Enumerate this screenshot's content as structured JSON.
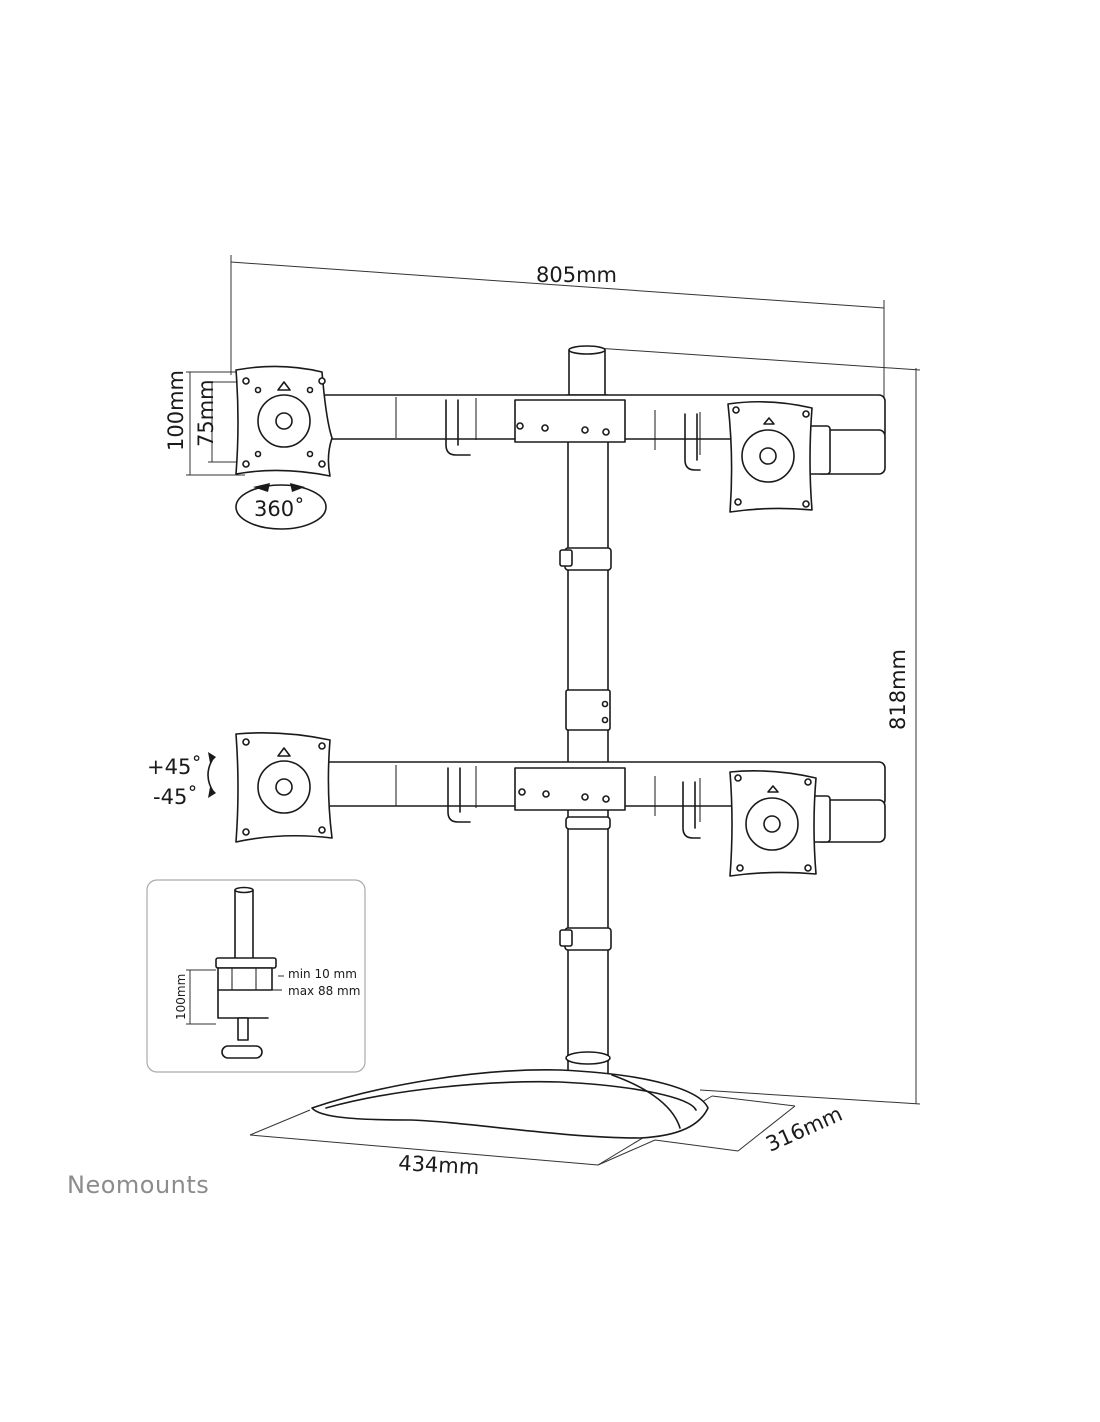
{
  "dimensions": {
    "total_width": "805mm",
    "total_height": "818mm",
    "base_width": "434mm",
    "base_depth": "316mm"
  },
  "vesa": {
    "outer": "100mm",
    "inner": "75mm"
  },
  "rotation": {
    "swivel": "360˚",
    "tilt_up": "+45˚",
    "tilt_down": "-45˚"
  },
  "clamp_inset": {
    "height": "100mm",
    "min": "min 10 mm",
    "max": "max 88 mm"
  },
  "brand": "Neomounts"
}
